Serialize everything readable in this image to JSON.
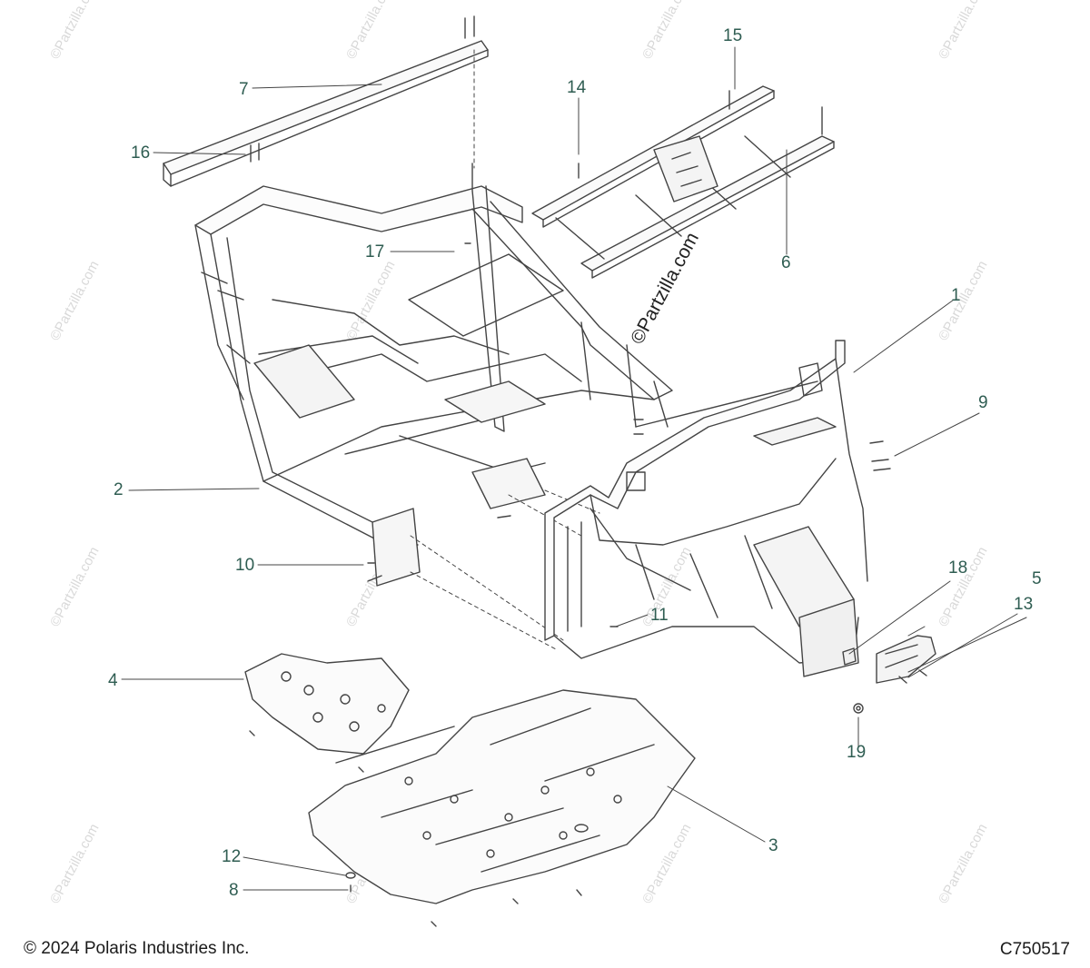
{
  "copyright": "© 2024 Polaris Industries Inc.",
  "drawing_number": "C750517",
  "watermark": "©Partzilla.com",
  "center_mark": "©Partzilla.com",
  "colors": {
    "callout": "#2f5d52",
    "line": "#444444",
    "watermark": "#d9d9d9"
  },
  "callouts": [
    {
      "id": "1",
      "label": "1"
    },
    {
      "id": "2",
      "label": "2"
    },
    {
      "id": "3",
      "label": "3"
    },
    {
      "id": "4",
      "label": "4"
    },
    {
      "id": "5",
      "label": "5"
    },
    {
      "id": "6",
      "label": "6"
    },
    {
      "id": "7",
      "label": "7"
    },
    {
      "id": "8",
      "label": "8"
    },
    {
      "id": "9",
      "label": "9"
    },
    {
      "id": "10",
      "label": "10"
    },
    {
      "id": "11",
      "label": "11"
    },
    {
      "id": "12",
      "label": "12"
    },
    {
      "id": "13",
      "label": "13"
    },
    {
      "id": "14",
      "label": "14"
    },
    {
      "id": "15",
      "label": "15"
    },
    {
      "id": "16",
      "label": "16"
    },
    {
      "id": "17",
      "label": "17"
    },
    {
      "id": "18",
      "label": "18"
    },
    {
      "id": "19",
      "label": "19"
    }
  ]
}
